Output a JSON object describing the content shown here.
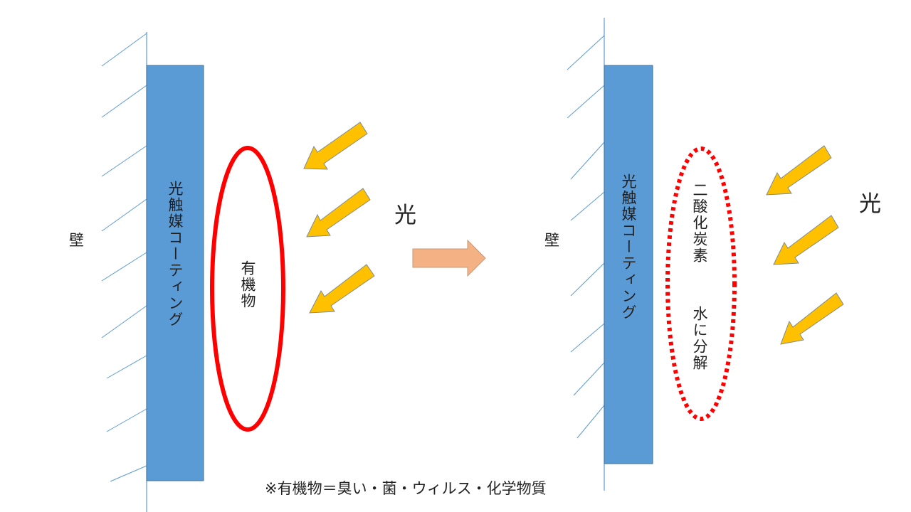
{
  "left_panel": {
    "wall_label": "壁",
    "coating_label": "光触媒コーティング",
    "target_label": "有機物",
    "light_label": "光"
  },
  "right_panel": {
    "wall_label": "壁",
    "coating_label": "光触媒コーティング",
    "result_line1": "二酸化炭素",
    "result_line2": "水に分解",
    "light_label": "光"
  },
  "footnote": "※有機物＝臭い・菌・ウィルス・化学物質",
  "colors": {
    "coating": "#5b9bd5",
    "coating_border": "#41719c",
    "wall_line": "#5b9bd5",
    "organic_ring": "#ff0000",
    "light_arrow": "#ffc000",
    "light_arrow_border": "#7f8c8d",
    "process_arrow": "#f4b183"
  }
}
